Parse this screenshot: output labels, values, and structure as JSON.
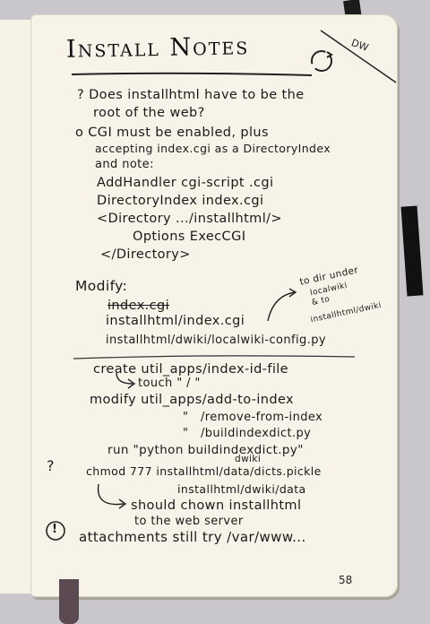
{
  "title": "Install Notes",
  "initials": "DW",
  "page_number": "58",
  "lines": {
    "l1": "? Does installhtml have to be the",
    "l2": "root of the web?",
    "l3": "o CGI must be enabled, plus",
    "l4": "accepting index.cgi as a DirectoryIndex",
    "l5": "and note:",
    "l6": "AddHandler cgi-script .cgi",
    "l7": "DirectoryIndex index.cgi",
    "l8": "<Directory .../installhtml/>",
    "l9": "Options ExecCGI",
    "l10": "</Directory>",
    "l11": "Modify:",
    "l12": "index.cgi",
    "l13": "installhtml/index.cgi",
    "l14": "installhtml/dwiki/localwiki-config.py",
    "l15": "create util_apps/index-id-file",
    "l16": "touch \" / \"",
    "l17": "modify util_apps/add-to-index",
    "l18": "\"   /remove-from-index",
    "l19": "\"   /buildindexdict.py",
    "l20": "run \"python buildindexdict.py\"",
    "l21": "chmod 777 installhtml/data/dicts.pickle",
    "l22": "installhtml/dwiki/data",
    "l23": "should chown installhtml",
    "l24": "to the web server",
    "l25": "attachments still try /var/www...",
    "note_a": "to dir under",
    "note_b": "localwiki",
    "note_c": "& to",
    "note_d": "installhtml/dwiki",
    "note_e": "dwiki",
    "side_q": "?",
    "side_excl": "!"
  }
}
